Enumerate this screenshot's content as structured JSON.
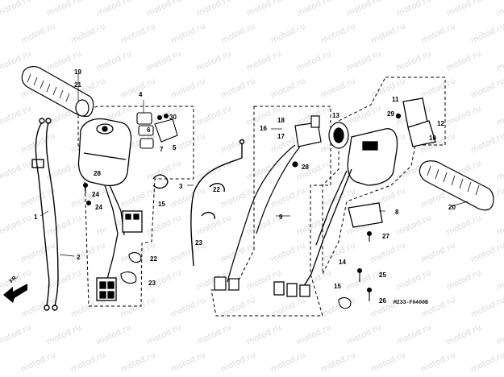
{
  "watermark": "motod.ru",
  "diagram_code": "MZ33-F0400B",
  "front_label": "FR.",
  "callouts": [
    "1",
    "2",
    "3",
    "4",
    "5",
    "6",
    "7",
    "8",
    "9",
    "10",
    "11",
    "12",
    "13",
    "14",
    "15",
    "15",
    "16",
    "17",
    "18",
    "19",
    "20",
    "21",
    "22",
    "22",
    "23",
    "23",
    "24",
    "24",
    "25",
    "26",
    "27",
    "28",
    "28",
    "29",
    "30"
  ],
  "colors": {
    "line": "#000000",
    "background": "#ffffff",
    "watermark": "#d9d9d9"
  }
}
